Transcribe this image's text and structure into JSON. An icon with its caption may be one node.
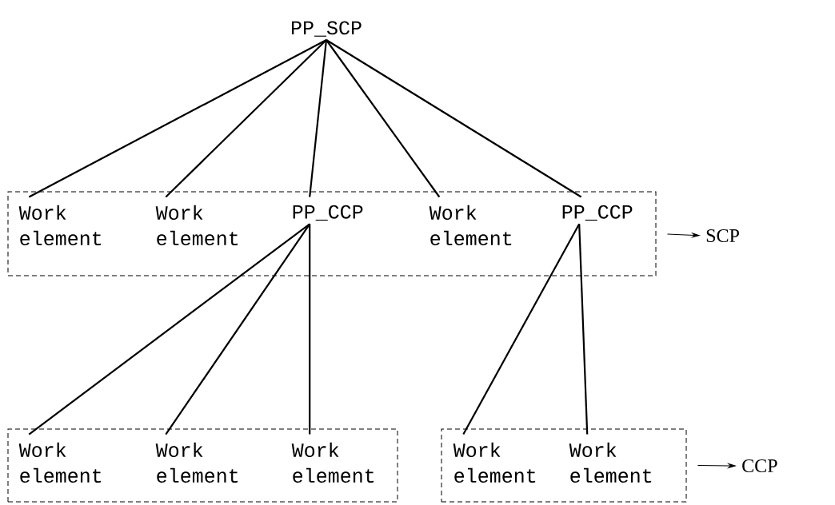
{
  "diagram": {
    "nodes": [
      {
        "text": [
          "PP_SCP"
        ]
      },
      {
        "text": [],
        "shape": "box"
      },
      {
        "text": [
          "Work element"
        ],
        "in": 1
      },
      {
        "text": [
          "Work element"
        ],
        "in": 1
      },
      {
        "text": [
          "PP_CCP"
        ],
        "in": 1
      },
      {
        "text": [
          "Work element"
        ],
        "in": 1
      },
      {
        "text": [
          "PP_CCP"
        ],
        "in": 1
      },
      {
        "text": [
          "SCP"
        ]
      },
      {
        "text": [],
        "shape": "box"
      },
      {
        "text": [
          "Work element"
        ],
        "in": 8
      },
      {
        "text": [
          "Work element"
        ],
        "in": 8
      },
      {
        "text": [
          "Work element"
        ],
        "in": 8
      },
      {
        "text": [],
        "shape": "box"
      },
      {
        "text": [
          "Work element"
        ],
        "in": 12
      },
      {
        "text": [
          "Work element"
        ],
        "in": 12
      },
      {
        "text": [
          "CCP"
        ]
      }
    ],
    "edges": [
      {
        "from": 0,
        "to": 2,
        "arrow": "none"
      },
      {
        "from": 0,
        "to": 3,
        "arrow": "none"
      },
      {
        "from": 0,
        "to": 4,
        "arrow": "none"
      },
      {
        "from": 0,
        "to": 5,
        "arrow": "none"
      },
      {
        "from": 0,
        "to": 6,
        "arrow": "none"
      },
      {
        "from": 4,
        "to": 9,
        "arrow": "none"
      },
      {
        "from": 4,
        "to": 10,
        "arrow": "none"
      },
      {
        "from": 4,
        "to": 11,
        "arrow": "none"
      },
      {
        "from": 6,
        "to": 13,
        "arrow": "none"
      },
      {
        "from": 6,
        "to": 14,
        "arrow": "none"
      },
      {
        "from": 1,
        "to": 7,
        "arrow": "to"
      },
      {
        "from": 12,
        "to": 15,
        "arrow": "to"
      }
    ]
  }
}
